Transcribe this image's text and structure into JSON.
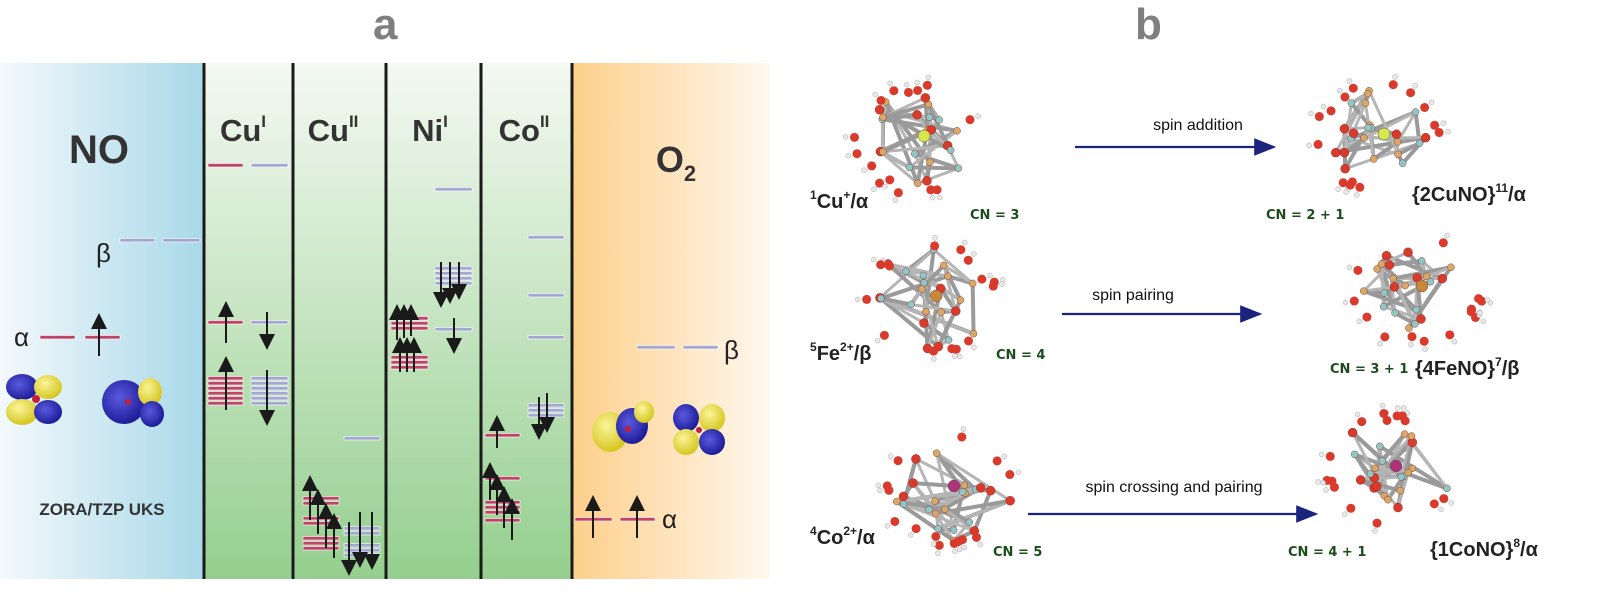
{
  "panels": {
    "a": "a",
    "b": "b"
  },
  "panel_a": {
    "left_species": "NO",
    "right_species_base": "O",
    "right_species_sub": "2",
    "columns": [
      {
        "base": "Cu",
        "sup": "I"
      },
      {
        "base": "Cu",
        "sup": "II"
      },
      {
        "base": "Ni",
        "sup": "I"
      },
      {
        "base": "Co",
        "sup": "II"
      }
    ],
    "method": "ZORA/TZP UKS",
    "alpha": "α",
    "beta": "β",
    "colors": {
      "alpha_level": "#c0446a",
      "beta_level": "#a4a7d2",
      "separator": "#1a1a1a",
      "arrow": "#1a1a1a"
    }
  },
  "panel_b": {
    "rows": [
      {
        "left_label_pre": "1",
        "left_label_mid": "Cu",
        "left_label_charge": "+",
        "left_label_post": "/α",
        "left_cn": "CN = 3",
        "arrow_text": "spin addition",
        "right_label_pre": "{2",
        "right_label_mid": "CuNO}",
        "right_label_sup": "11",
        "right_label_post": "/α",
        "right_cn": "CN = 2 + 1",
        "metal_color": "#d8e84a"
      },
      {
        "left_label_pre": "5",
        "left_label_mid": "Fe",
        "left_label_charge": "2+",
        "left_label_post": "/β",
        "left_cn": "CN = 4",
        "arrow_text": "spin pairing",
        "right_label_pre": "{4",
        "right_label_mid": "FeNO}",
        "right_label_sup": "7",
        "right_label_post": "/β",
        "right_cn": "CN = 3 + 1",
        "metal_color": "#c8873a"
      },
      {
        "left_label_pre": "4",
        "left_label_mid": "Co",
        "left_label_charge": "2+",
        "left_label_post": "/α",
        "left_cn": "CN = 5",
        "arrow_text": "spin crossing and pairing",
        "right_label_pre": "{1",
        "right_label_mid": "CoNO}",
        "right_label_sup": "8",
        "right_label_post": "/α",
        "right_cn": "CN = 4 + 1",
        "metal_color": "#b0327a"
      }
    ],
    "colors": {
      "arrow": "#1a237e",
      "cn_text": "#1b4d1b",
      "oxygen": "#d93a2b",
      "silicon": "#8fc7c9",
      "aluminium": "#d6a86a",
      "hydrogen": "#e8e8e8"
    }
  }
}
